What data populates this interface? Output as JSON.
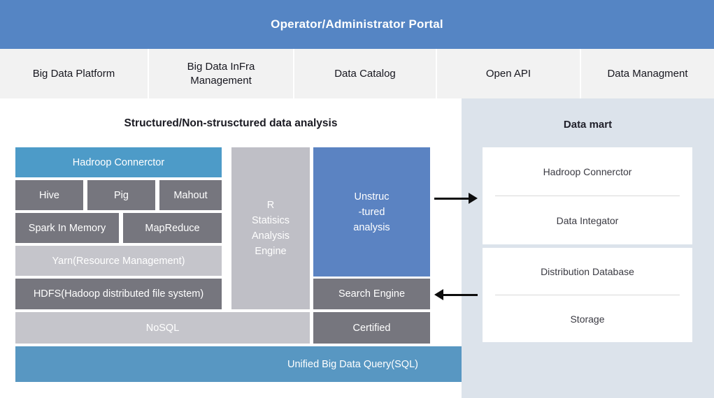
{
  "header": {
    "title": "Operator/Administrator Portal"
  },
  "tabs": [
    {
      "lines": [
        "Big Data Platform"
      ]
    },
    {
      "lines": [
        "Big Data InFra",
        "Management"
      ]
    },
    {
      "lines": [
        "Data Catalog"
      ]
    },
    {
      "lines": [
        "Open API"
      ]
    },
    {
      "lines": [
        "Data Managment"
      ]
    }
  ],
  "analysis": {
    "title": "Structured/Non-strusctured data analysis",
    "hadroop_connector": "Hadroop Connerctor",
    "hive": "Hive",
    "pig": "Pig",
    "mahout": "Mahout",
    "spark": "Spark In Memory",
    "mapreduce": "MapReduce",
    "yarn": "Yarn(Resource Management)",
    "hdfs": "HDFS(Hadoop distributed file system)",
    "r_engine_lines": [
      "R",
      "Statisics",
      "Analysis",
      "Engine"
    ],
    "unstructured_lines": [
      "Unstruc",
      "-tured",
      "analysis"
    ],
    "search_engine": "Search Engine",
    "nosql": "NoSQL",
    "certified": "Certified",
    "unified_query": "Unified Big Data Query(SQL)"
  },
  "datamart": {
    "title": "Data mart",
    "card1": {
      "top": "Hadroop Connerctor",
      "bottom": "Data Integator"
    },
    "card2": {
      "top": "Distribution Database",
      "bottom": "Storage"
    }
  },
  "colors": {
    "header_blue": "#5585c4",
    "block_teal": "#4d9bc8",
    "bar_teal": "#5897c2",
    "dark_gray": "#76767e",
    "light_gray": "#c5c5cb",
    "engine_gray": "#bfbfc6",
    "unstructured_blue": "#5b83c2",
    "panel_bg": "#dce3eb",
    "tab_bg": "#f2f2f2",
    "arrow_black": "#0d0d0d"
  }
}
